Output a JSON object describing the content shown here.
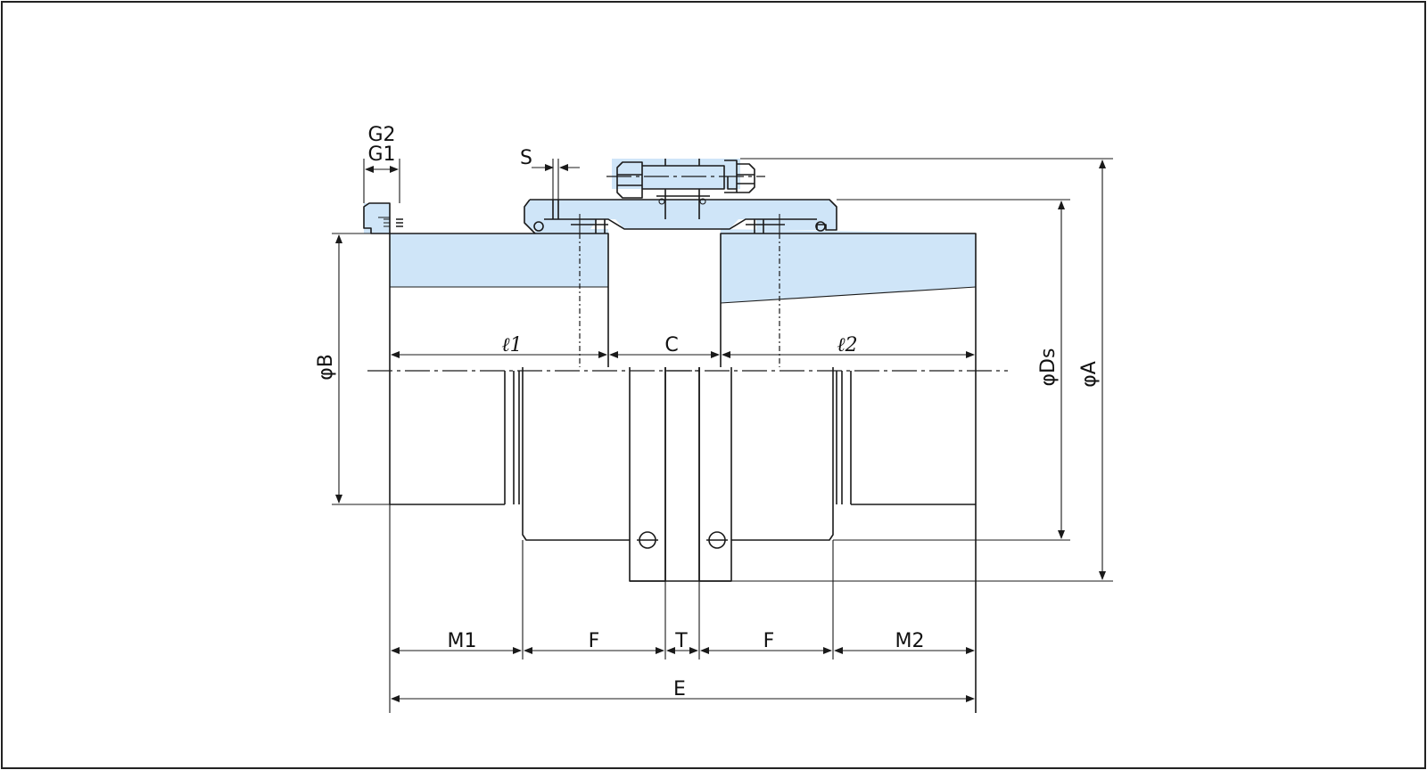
{
  "colors": {
    "fill": "#cfe5f8",
    "line": "#1a1a1a"
  },
  "labels": {
    "g2": "G2",
    "g1": "G1",
    "s": "S",
    "l1": "ℓ1",
    "c": "C",
    "l2": "ℓ2",
    "phi_b": "φB",
    "phi_ds": "φDs",
    "phi_a": "φA",
    "m1": "M1",
    "f_left": "F",
    "t": "T",
    "f_right": "F",
    "m2": "M2",
    "e": "E"
  }
}
